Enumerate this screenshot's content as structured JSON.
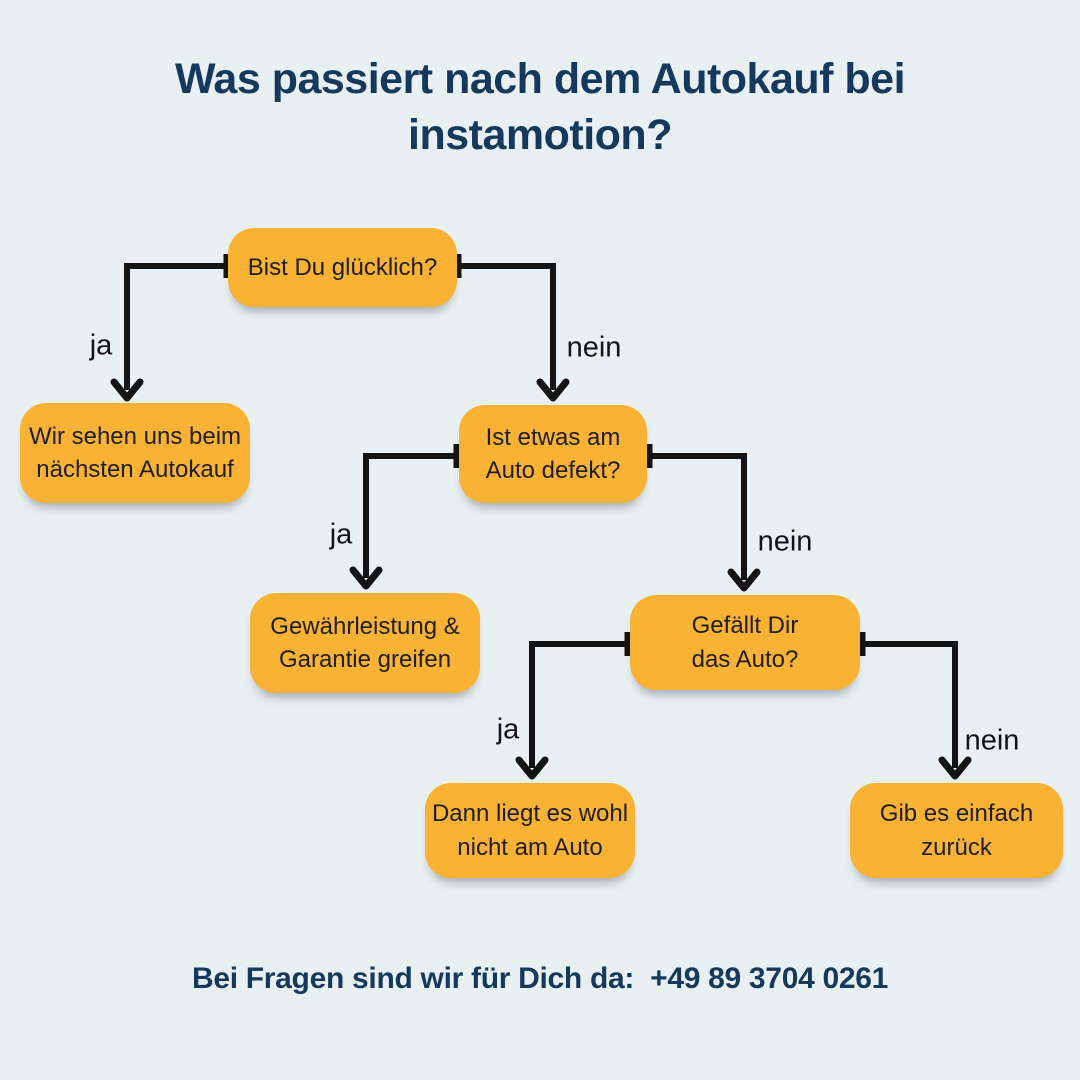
{
  "header": {
    "title": "Was passiert nach dem Autokauf bei\ninstamotion?"
  },
  "diagram": {
    "nodes": [
      {
        "id": "q-happy",
        "text": "Bist Du glücklich?"
      },
      {
        "id": "see-you",
        "text": "Wir sehen uns beim\nnächsten Autokauf"
      },
      {
        "id": "q-defect",
        "text": "Ist etwas am\nAuto defekt?"
      },
      {
        "id": "warranty",
        "text": "Gewährleistung &\nGarantie greifen"
      },
      {
        "id": "q-like",
        "text": "Gefällt Dir\ndas Auto?"
      },
      {
        "id": "not-car",
        "text": "Dann liegt es wohl\nnicht am Auto"
      },
      {
        "id": "give-back",
        "text": "Gib es einfach\nzurück"
      }
    ],
    "edges": [
      {
        "from": "q-happy",
        "to": "see-you",
        "label": "ja"
      },
      {
        "from": "q-happy",
        "to": "q-defect",
        "label": "nein"
      },
      {
        "from": "q-defect",
        "to": "warranty",
        "label": "ja"
      },
      {
        "from": "q-defect",
        "to": "q-like",
        "label": "nein"
      },
      {
        "from": "q-like",
        "to": "not-car",
        "label": "ja"
      },
      {
        "from": "q-like",
        "to": "give-back",
        "label": "nein"
      }
    ]
  },
  "footer": {
    "label": "Bei Fragen sind wir für Dich da:",
    "phone": "+49 89 3704 0261"
  },
  "colors": {
    "background": "#E9F0F3",
    "node_fill": "#F9B233",
    "title_text": "#14395C",
    "node_text": "#1E1E1E",
    "line": "#141414"
  }
}
